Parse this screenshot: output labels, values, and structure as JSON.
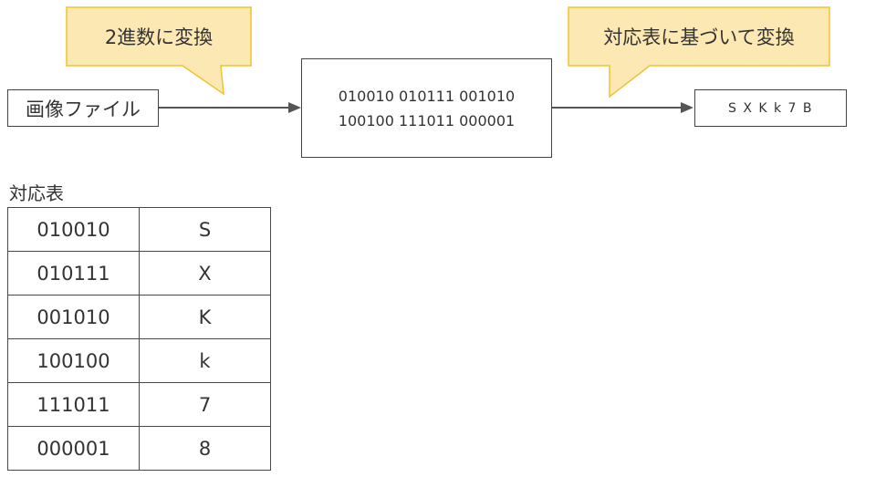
{
  "callouts": {
    "binary": "2進数に変換",
    "mapping": "対応表に基づいて変換"
  },
  "source": "画像ファイル",
  "binary": {
    "line1": "010010 010111 001010",
    "line2": "100100 111011 000001"
  },
  "output": "S X K k 7 B",
  "table": {
    "title": "対応表",
    "rows": [
      {
        "code": "010010",
        "char": "S"
      },
      {
        "code": "010111",
        "char": "X"
      },
      {
        "code": "001010",
        "char": "K"
      },
      {
        "code": "100100",
        "char": "k"
      },
      {
        "code": "111011",
        "char": "7"
      },
      {
        "code": "000001",
        "char": "8"
      }
    ]
  },
  "colors": {
    "callout_fill": "#fce8b2",
    "callout_border": "#f1c232",
    "arrow": "#555555",
    "box_border": "#444444"
  }
}
